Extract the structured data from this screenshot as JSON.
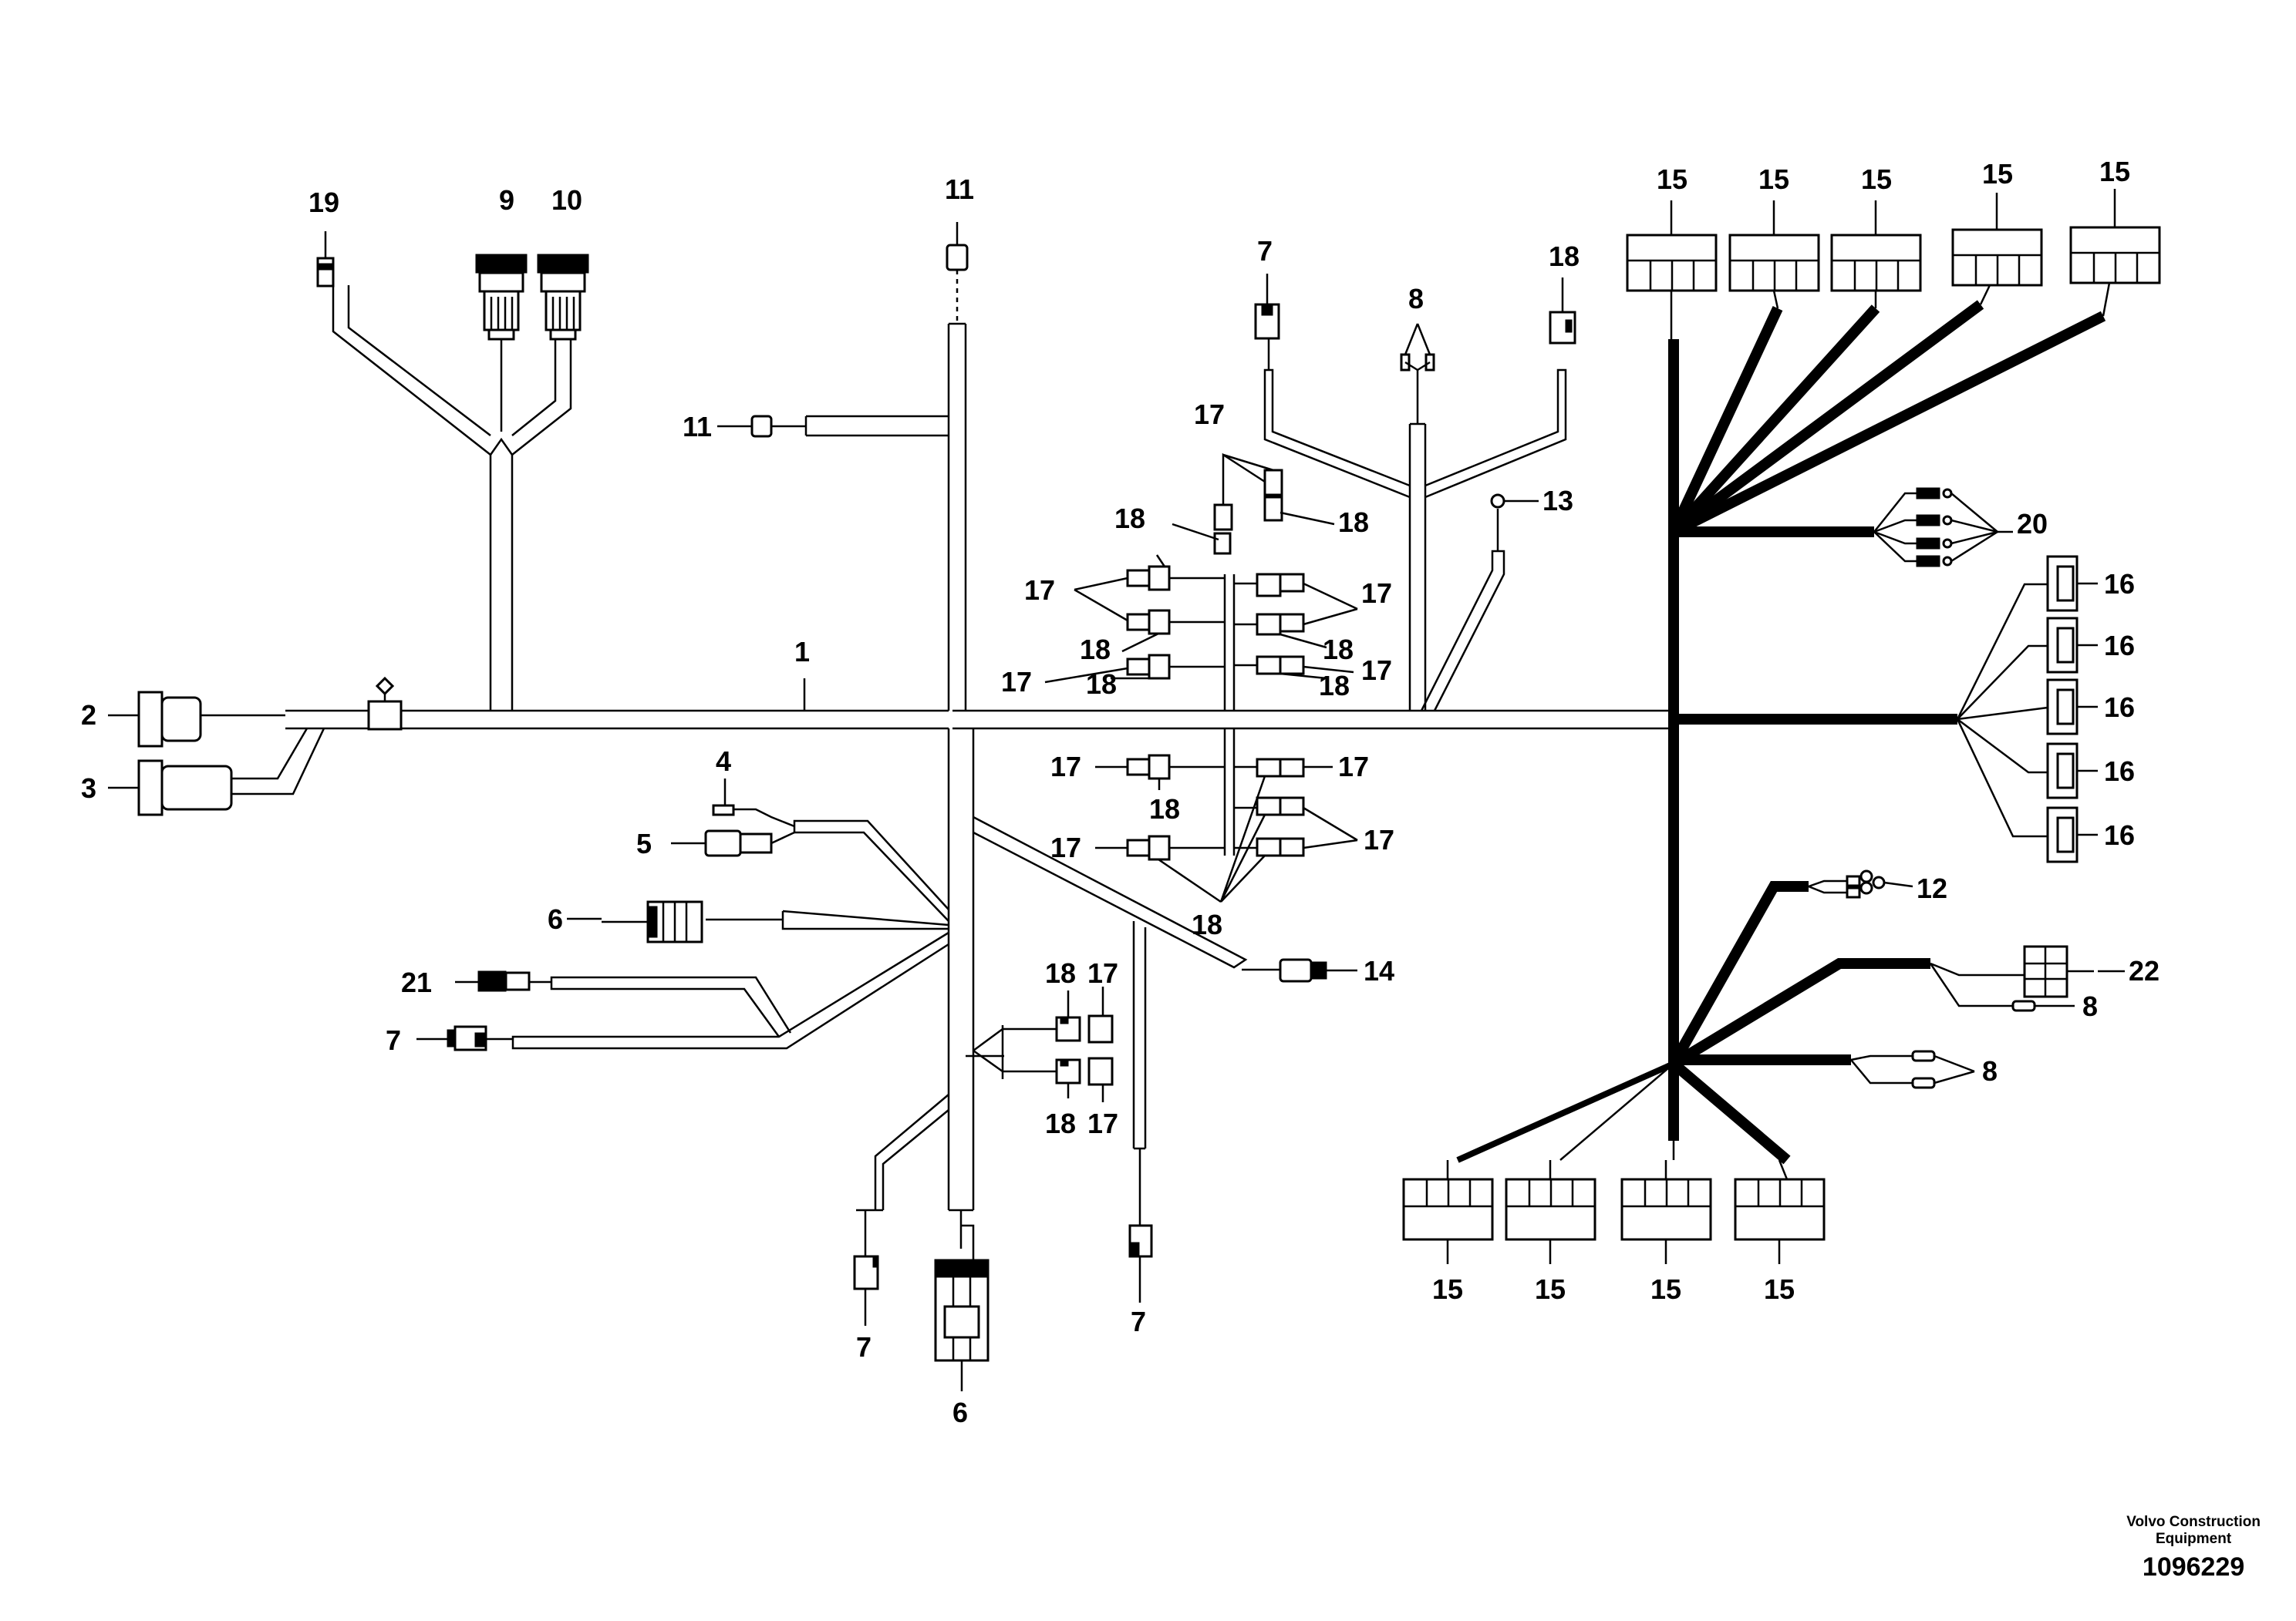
{
  "callouts": {
    "c1": "1",
    "c2": "2",
    "c3": "3",
    "c4": "4",
    "c5": "5",
    "c6": "6",
    "c7": "7",
    "c8": "8",
    "c9": "9",
    "c10": "10",
    "c11": "11",
    "c12": "12",
    "c13": "13",
    "c14": "14",
    "c15": "15",
    "c16": "16",
    "c17": "17",
    "c18": "18",
    "c19": "19",
    "c20": "20",
    "c21": "21",
    "c22": "22"
  },
  "footer": {
    "company_line1": "Volvo Construction",
    "company_line2": "Equipment",
    "drawing_number": "1096229"
  }
}
